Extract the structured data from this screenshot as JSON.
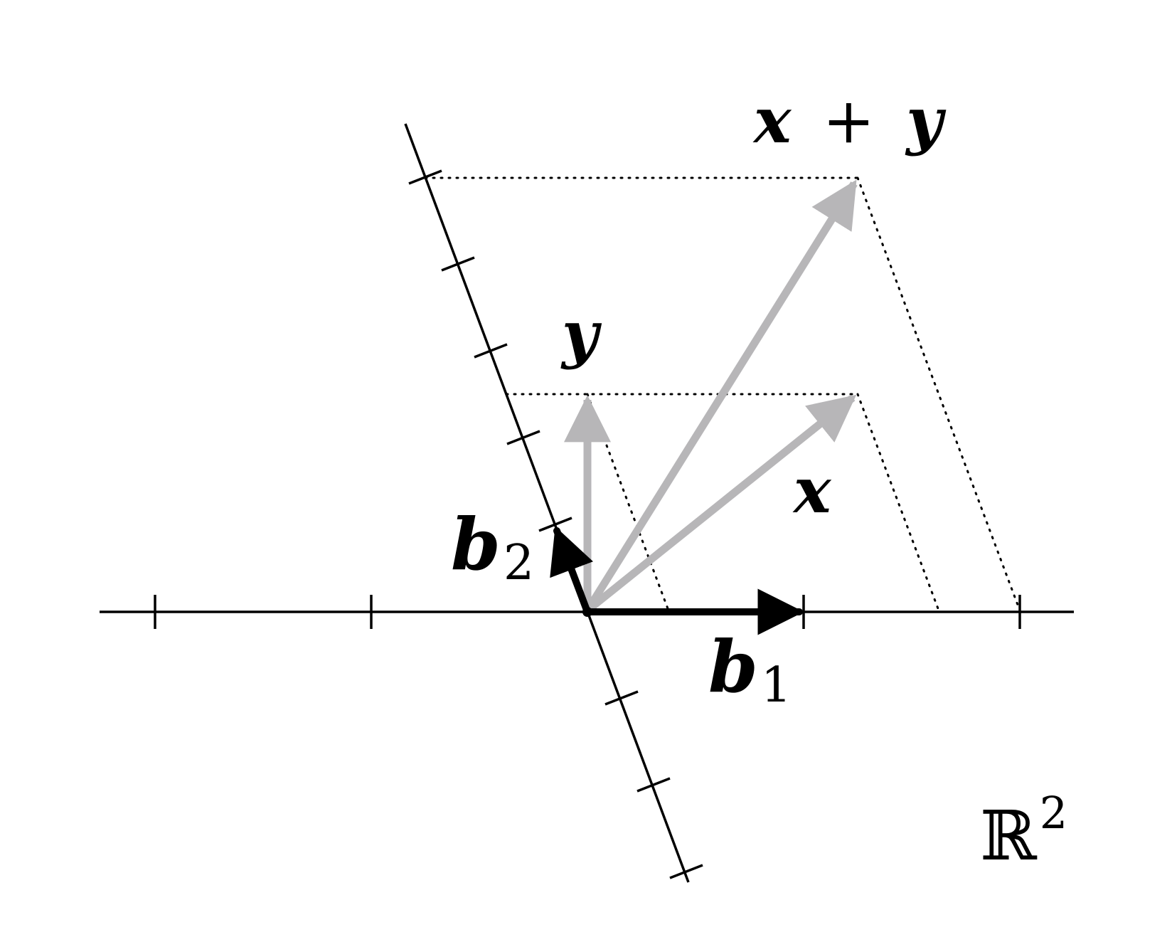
{
  "colors": {
    "axis": "#000000",
    "basis": "#000000",
    "vector": "#b7b6b8",
    "dotted": "#000000",
    "background": "#ffffff"
  },
  "labels": {
    "x_plus_y": {
      "x": "x",
      "plus": "+",
      "y": "y"
    },
    "y": "y",
    "x": "x",
    "b1": {
      "base": "b",
      "sub": "1"
    },
    "b2": {
      "base": "b",
      "sub": "2"
    },
    "space": {
      "base": "ℝ",
      "sup": "2"
    }
  }
}
